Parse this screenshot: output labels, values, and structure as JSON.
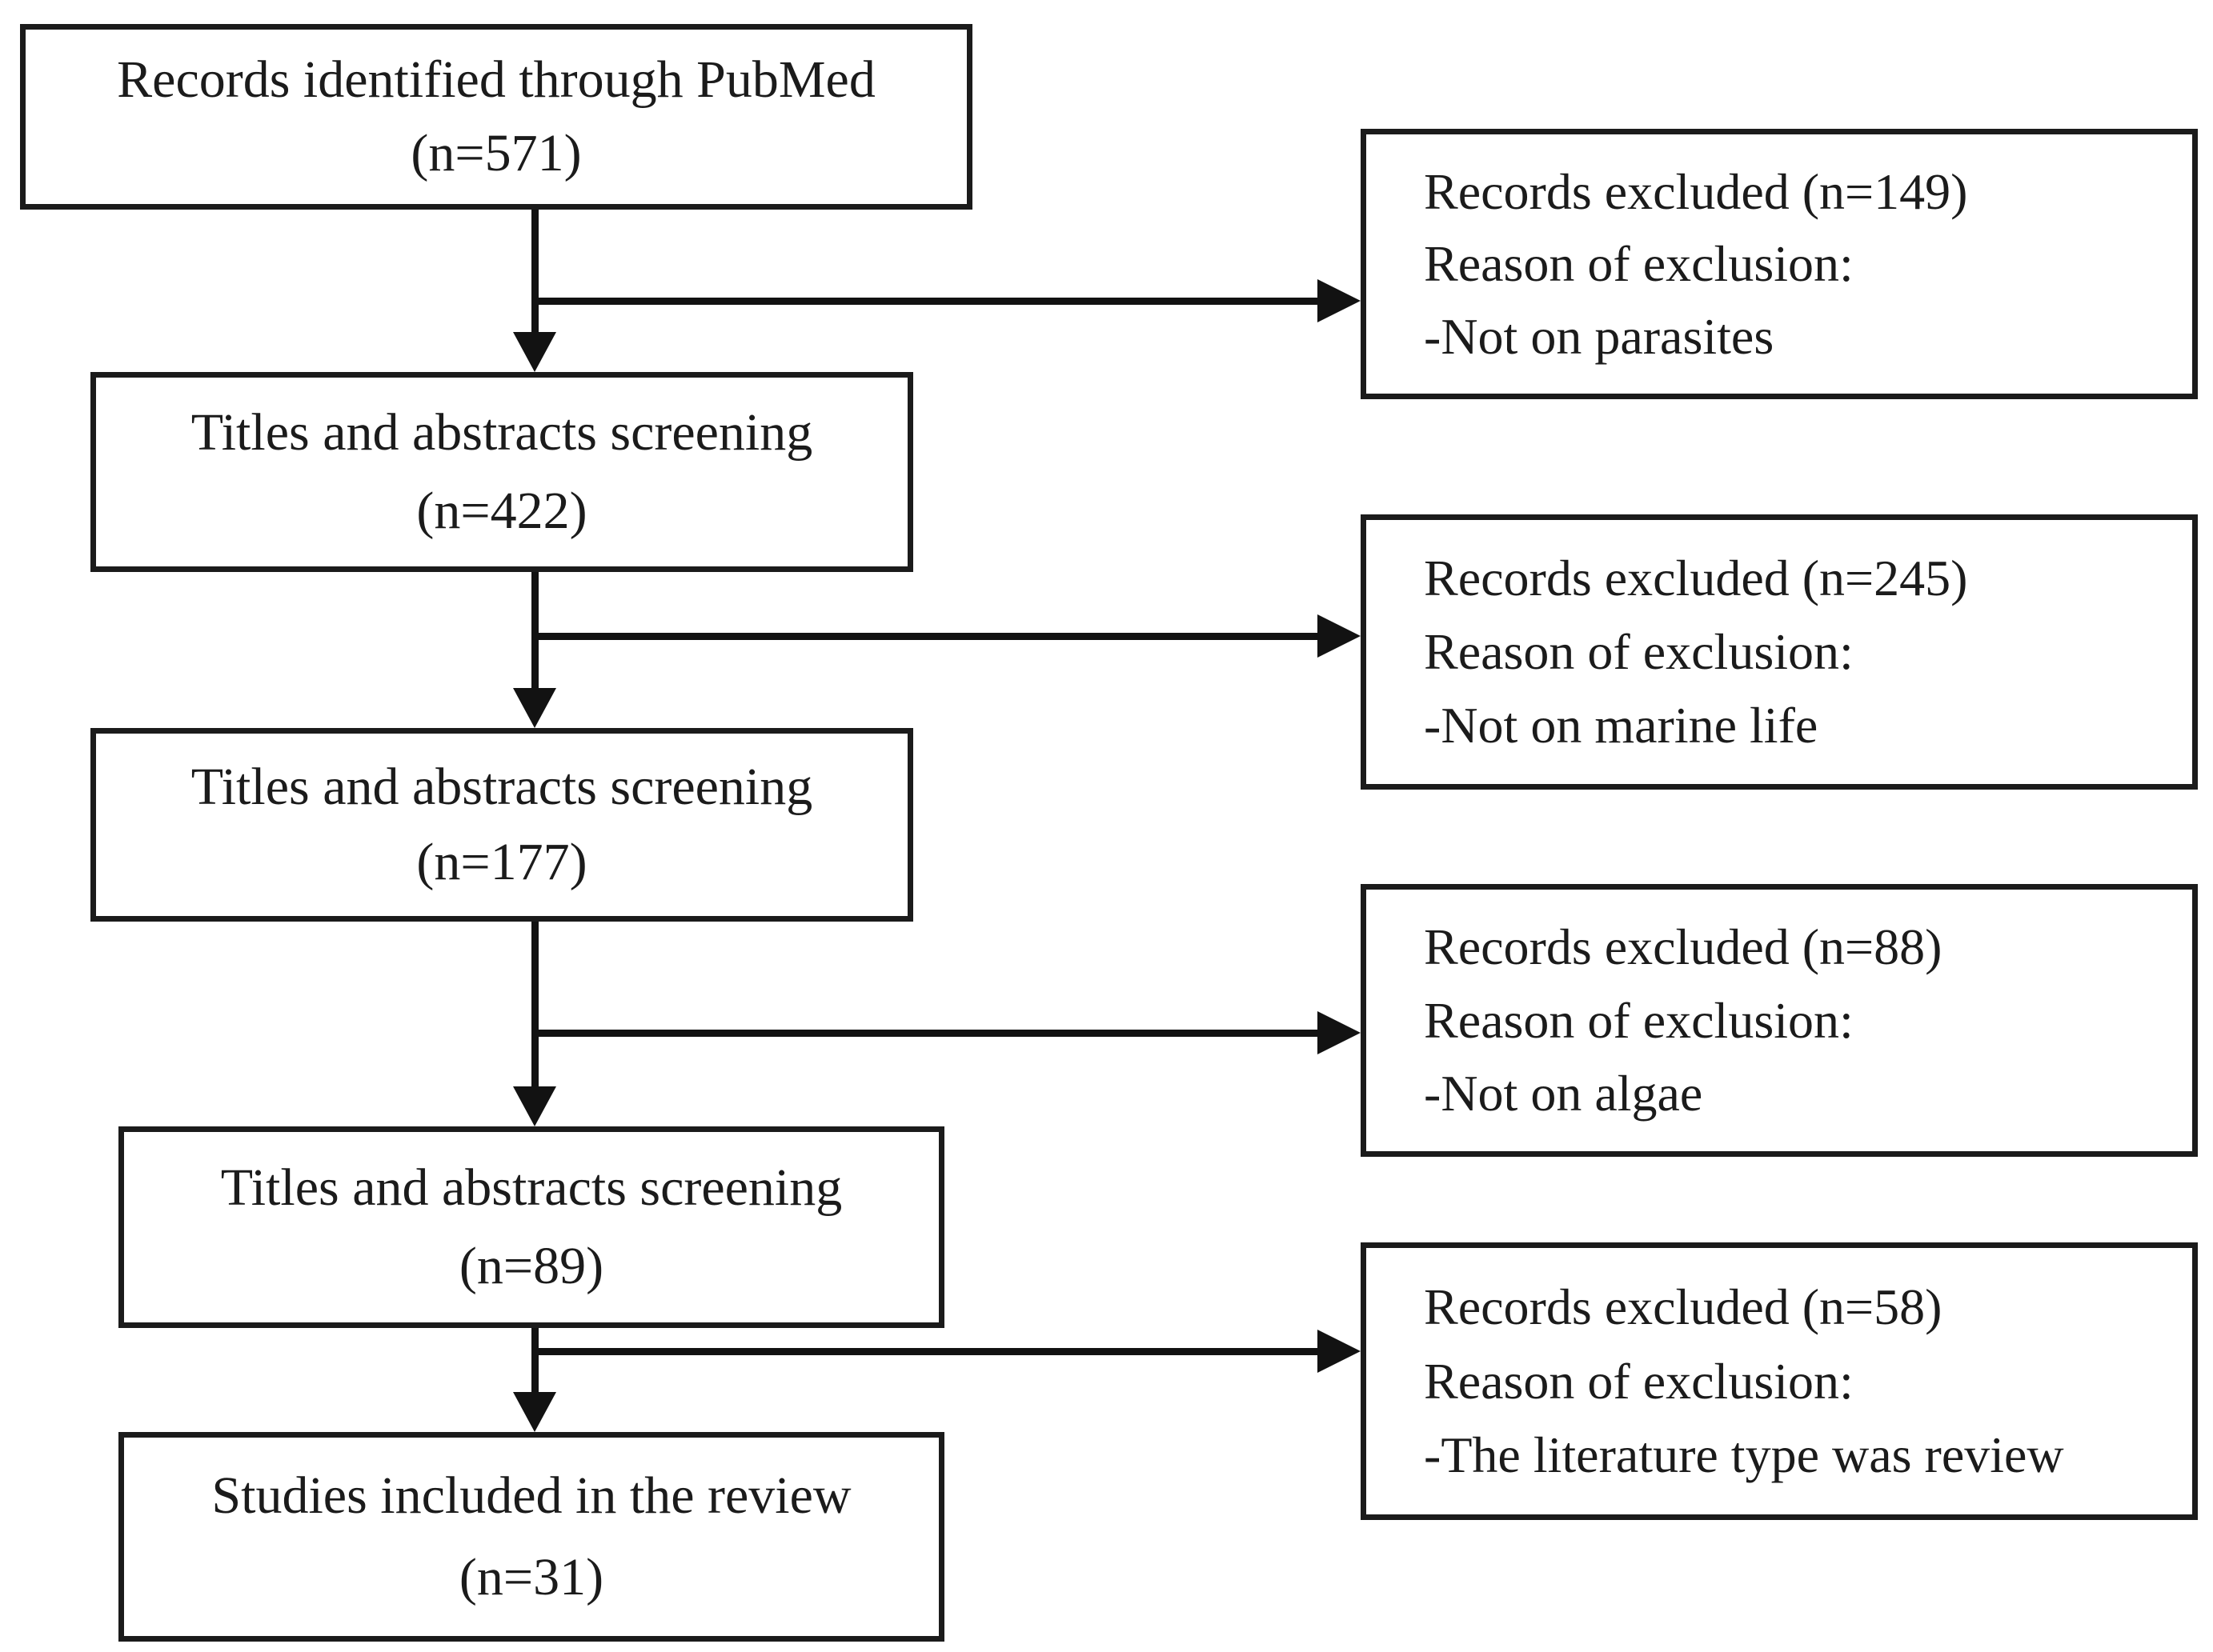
{
  "diagram": {
    "type": "prisma-literature-screening-flow",
    "colors": {
      "stroke": "#1b1b1b",
      "text": "#1b1b1b",
      "background": "#ffffff"
    },
    "main_flow": [
      {
        "id": "records-identified",
        "lines": [
          "Records identified through PubMed",
          "(n=571)"
        ]
      },
      {
        "id": "screening-1",
        "lines": [
          "Titles and abstracts screening",
          "(n=422)"
        ]
      },
      {
        "id": "screening-2",
        "lines": [
          "Titles and abstracts screening",
          "(n=177)"
        ]
      },
      {
        "id": "screening-3",
        "lines": [
          "Titles and abstracts screening",
          "(n=89)"
        ]
      },
      {
        "id": "studies-included",
        "lines": [
          "Studies included in the review",
          "(n=31)"
        ]
      }
    ],
    "exclusions": [
      {
        "id": "excluded-1",
        "lines": [
          "Records excluded (n=149)",
          "Reason of exclusion:",
          "-Not on parasites"
        ]
      },
      {
        "id": "excluded-2",
        "lines": [
          "Records excluded (n=245)",
          "Reason of exclusion:",
          "-Not on marine life"
        ]
      },
      {
        "id": "excluded-3",
        "lines": [
          "Records excluded (n=88)",
          "Reason of exclusion:",
          "-Not on algae"
        ]
      },
      {
        "id": "excluded-4",
        "lines": [
          "Records excluded (n=58)",
          "Reason of exclusion:",
          "-The literature type was review"
        ]
      }
    ]
  }
}
